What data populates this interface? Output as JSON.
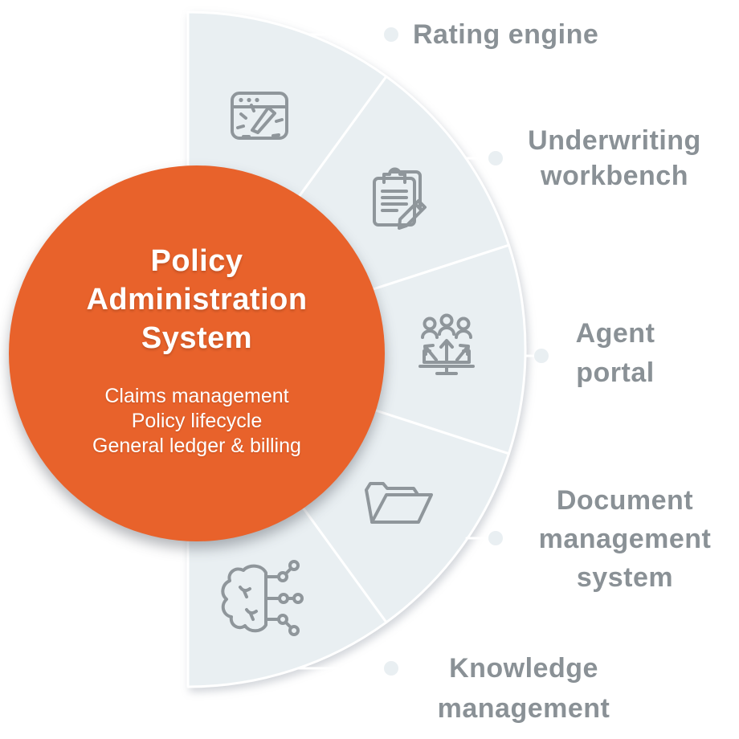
{
  "center_circle": {
    "title_lines": [
      "Policy",
      "Administration",
      "System"
    ],
    "subtitle_lines": [
      "Claims management",
      "Policy lifecycle",
      "General ledger & billing"
    ],
    "bg_color": "#E8622B",
    "text_color": "#FFFFFF"
  },
  "fan": {
    "fill_color": "#E9EFF2",
    "divider_color": "#FFFFFF",
    "icon_color": "#8F969B",
    "label_color": "#8A9196",
    "connector_line_color": "#FFFFFF",
    "connector_dot_color": "#E9EFF2",
    "segments": [
      {
        "label_lines": [
          "Rating engine"
        ],
        "icon": "gauge-browser-icon"
      },
      {
        "label_lines": [
          "Underwriting",
          "workbench"
        ],
        "icon": "clipboard-pencil-icon"
      },
      {
        "label_lines": [
          "Agent",
          "portal"
        ],
        "icon": "users-monitor-icon"
      },
      {
        "label_lines": [
          "Document",
          "management",
          "system"
        ],
        "icon": "folder-icon"
      },
      {
        "label_lines": [
          "Knowledge",
          "management"
        ],
        "icon": "brain-circuit-icon"
      }
    ]
  }
}
